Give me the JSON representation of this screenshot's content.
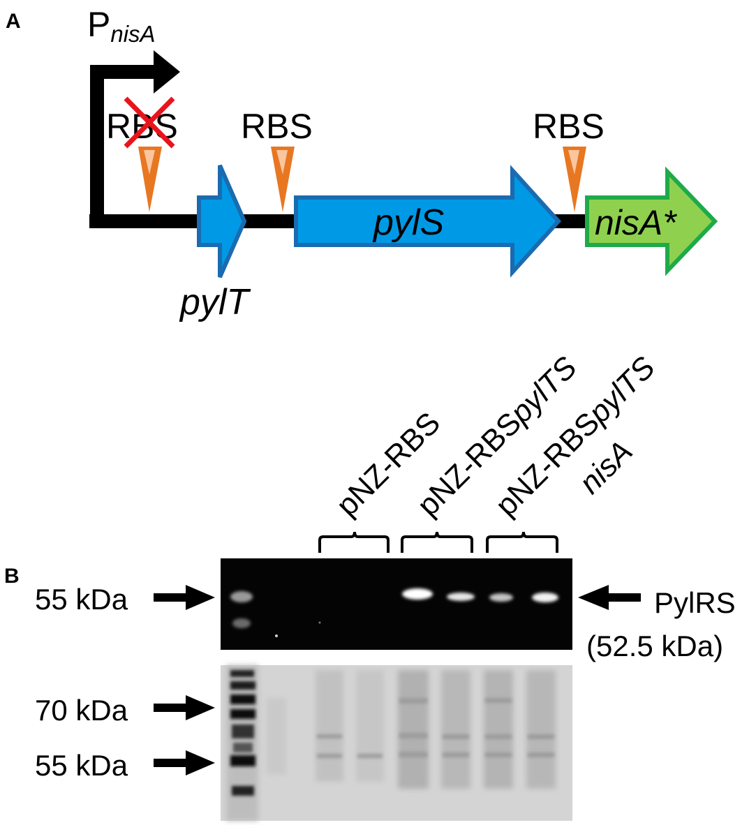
{
  "panel_a": {
    "label": "A",
    "promoter": {
      "main": "P",
      "sub": "nisA"
    },
    "rbs_labels": [
      "RBS",
      "RBS",
      "RBS"
    ],
    "genes": {
      "pylT": "pylT",
      "pylS": "pylS",
      "nisA": "nisA*"
    }
  },
  "panel_b": {
    "label": "B",
    "lane_groups": [
      {
        "lines": [
          "pNZ-RBS"
        ]
      },
      {
        "lines": [
          "pNZ-RBS",
          "pylTS"
        ]
      },
      {
        "lines": [
          "pNZ-RBS",
          "pylTS",
          "nisA"
        ]
      }
    ],
    "western": {
      "marker_label": "55 kDa"
    },
    "target": {
      "name": "PylRS",
      "size": "(52.5 kDa)"
    },
    "stain": {
      "marker_labels": [
        "70 kDa",
        "55 kDa"
      ]
    }
  },
  "colors": {
    "blue_fill": "#0099e6",
    "blue_stroke": "#1a6bb0",
    "green_fill": "#8fd14f",
    "green_stroke": "#1faa4a",
    "orange": "#e87722",
    "orange_light": "#f9c6a0",
    "cross": "#e8141c"
  }
}
